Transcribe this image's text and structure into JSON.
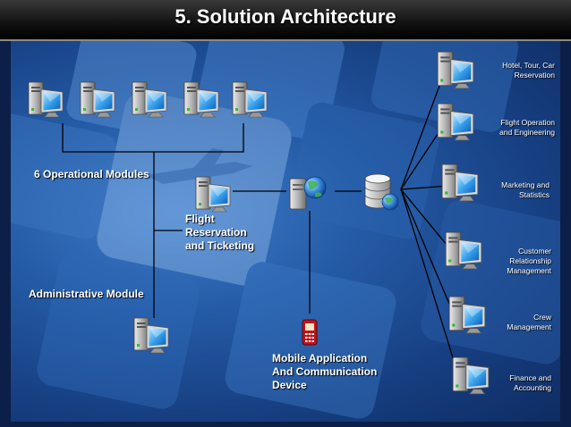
{
  "slide": {
    "title": "5. Solution Architecture"
  },
  "colors": {
    "background_blue": "#1f4f9a",
    "title_bar": "#1a1a1a",
    "connector_lines": "#000000",
    "label_text": "#ffffff"
  },
  "left": {
    "operational_modules_label": "6 Operational Modules",
    "flight_label_line1": "Flight",
    "flight_label_line2": "Reservation",
    "flight_label_line3": "and Ticketing",
    "admin_label": "Administrative Module"
  },
  "center": {
    "mobile_label_line1": "Mobile Application",
    "mobile_label_line2": "And Communication",
    "mobile_label_line3": "Device"
  },
  "right_modules": [
    {
      "line1": "Hotel, Tour, Car",
      "line2": "Reservation",
      "line3": ""
    },
    {
      "line1": "Flight Operation",
      "line2": "and Engineering",
      "line3": ""
    },
    {
      "line1": "Marketing and",
      "line2": "Statistics",
      "line3": ""
    },
    {
      "line1": "Customer",
      "line2": "Relationship",
      "line3": "Management"
    },
    {
      "line1": "Crew",
      "line2": "Management",
      "line3": ""
    },
    {
      "line1": "Finance and",
      "line2": "Accounting",
      "line3": ""
    }
  ],
  "icons": {
    "workstation": "computer-icon",
    "web_server": "globe-server-icon",
    "database": "database-globe-icon",
    "mobile": "mobile-phone-icon"
  }
}
